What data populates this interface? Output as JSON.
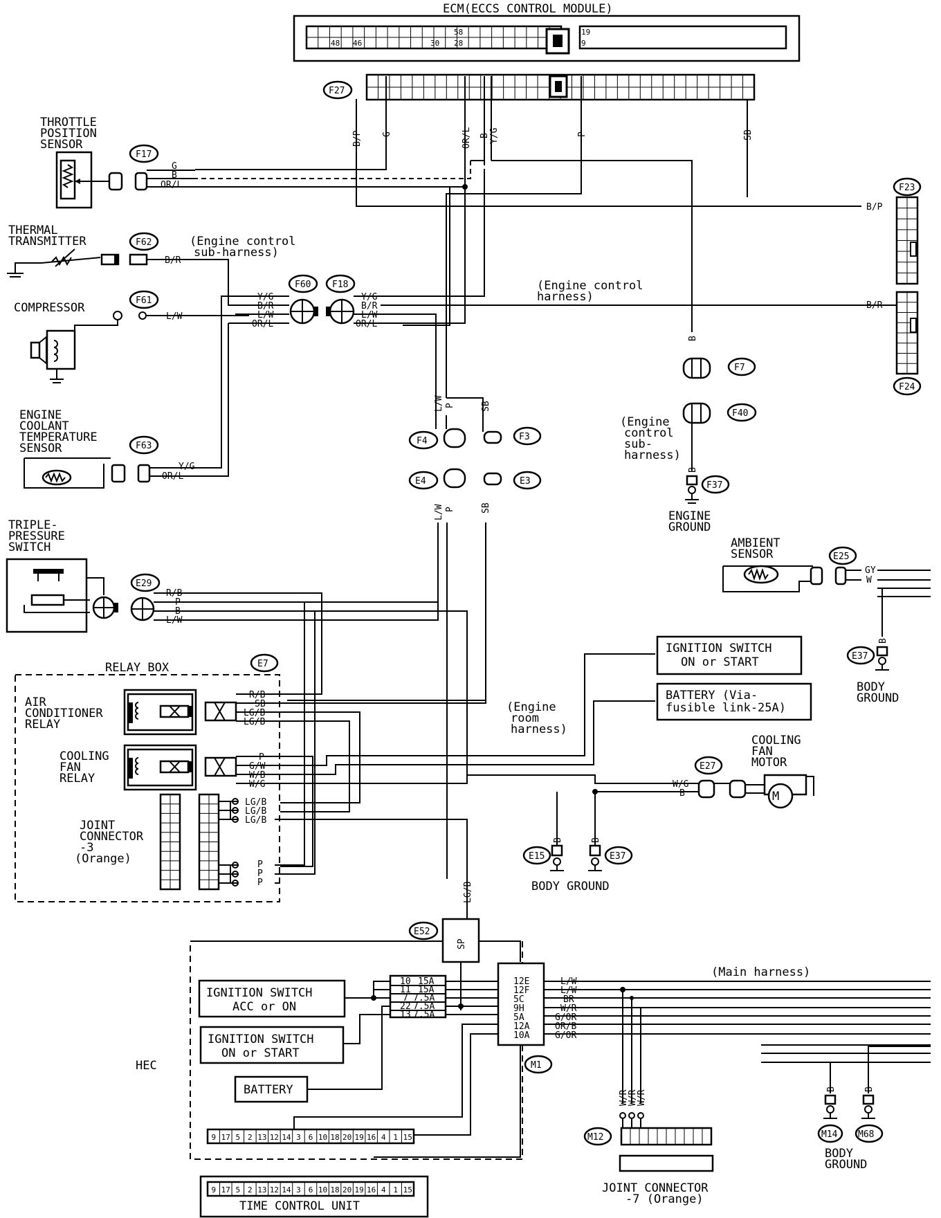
{
  "ecm": {
    "title": "ECM(ECCS CONTROL MODULE)",
    "pins": [
      "48",
      "46",
      "30",
      "58",
      "28",
      "19",
      "9"
    ]
  },
  "connectors": {
    "f27": "F27",
    "f17": "F17",
    "f62": "F62",
    "f61": "F61",
    "f60": "F60",
    "f18": "F18",
    "f63": "F63",
    "f4": "F4",
    "f3": "F3",
    "e4": "E4",
    "e3": "E3",
    "f7": "F7",
    "f40": "F40",
    "f37": "F37",
    "f23": "F23",
    "f24": "F24",
    "e29": "E29",
    "e7": "E7",
    "e25": "E25",
    "e37a": "E37",
    "e27": "E27",
    "e15": "E15",
    "e37b": "E37",
    "e52": "E52",
    "m1": "M1",
    "m12": "M12",
    "m14": "M14",
    "m68": "M68"
  },
  "components": {
    "throttle": [
      "THROTTLE",
      "POSITION",
      "SENSOR"
    ],
    "thermal": [
      "THERMAL",
      "TRANSMITTER"
    ],
    "compressor": "COMPRESSOR",
    "coolant": [
      "ENGINE",
      "COOLANT",
      "TEMPERATURE",
      "SENSOR"
    ],
    "triple": [
      "TRIPLE-",
      "PRESSURE",
      "SWITCH"
    ],
    "relay_box": "RELAY BOX",
    "ac_relay": [
      "AIR",
      "CONDITIONER",
      "RELAY"
    ],
    "fan_relay": [
      "COOLING",
      "FAN",
      "RELAY"
    ],
    "joint3": [
      "JOINT",
      "CONNECTOR",
      "-3",
      "(Orange)"
    ],
    "ambient": [
      "AMBIENT",
      "SENSOR"
    ],
    "cooling_motor": [
      "COOLING",
      "FAN",
      "MOTOR"
    ],
    "engine_ground": [
      "ENGINE",
      "GROUND"
    ],
    "body_ground_right": [
      "BODY",
      "GROUND"
    ],
    "body_ground_mid": "BODY  GROUND",
    "body_ground_bottom": [
      "BODY",
      "GROUND"
    ],
    "ign_on_start": [
      "IGNITION SWITCH",
      "ON or START"
    ],
    "battery_fusible": [
      "BATTERY (Via-",
      "fusible link-25A)"
    ],
    "hec": "HEC",
    "ign_acc_on": [
      "IGNITION SWITCH",
      "ACC or ON"
    ],
    "ign_on_start2": [
      "IGNITION SWITCH",
      "ON or START"
    ],
    "battery": "BATTERY",
    "time_unit": "TIME CONTROL UNIT",
    "joint7": [
      "JOINT CONNECTOR",
      "-7 (Orange)"
    ]
  },
  "harness_notes": {
    "engine_sub": [
      "(Engine control",
      "sub-harness)"
    ],
    "engine_main": [
      "(Engine control",
      "harness)"
    ],
    "engine_sub2": [
      "(Engine",
      "control",
      "sub-",
      "harness)"
    ],
    "engine_room": [
      "(Engine",
      "room",
      "harness)"
    ],
    "main": "(Main harness)"
  },
  "wire_colors": {
    "ecm_drops": [
      "B/P",
      "G",
      "OR/L",
      "B",
      "Y/G",
      "P",
      "SB"
    ],
    "f17": [
      "G",
      "B",
      "OR/L"
    ],
    "f62": "B/R",
    "f61": "L/W",
    "f60": [
      "Y/G",
      "B/R",
      "L/W",
      "OR/L"
    ],
    "f18": [
      "Y/G",
      "B/R",
      "L/W",
      "OR/L"
    ],
    "f63": [
      "Y/G",
      "OR/L"
    ],
    "f23": "B/P",
    "f24": "B/R",
    "f4_top": [
      "L/W",
      "P"
    ],
    "f3_top": "SB",
    "e4_bot": [
      "L/W",
      "P"
    ],
    "e3_bot": "SB",
    "f7_top": "B",
    "f37_top": "B",
    "e29": [
      "R/B",
      "P",
      "B",
      "L/W"
    ],
    "relay_ac": [
      "R/B",
      "SB",
      "LG/B",
      "LG/B"
    ],
    "relay_fan": [
      "P",
      "G/W",
      "W/B",
      "W/G"
    ],
    "joint_lg": [
      "LG/B",
      "LG/B",
      "LG/B"
    ],
    "joint_p": [
      "P",
      "P",
      "P"
    ],
    "e25": [
      "GY",
      "W"
    ],
    "e37a": "B",
    "e27": [
      "W/G",
      "B"
    ],
    "e15": "B",
    "e37b": "B",
    "e52_top": "LG/B",
    "e52_in": "SP",
    "m1_pins": [
      "12E",
      "12F",
      "5C",
      "9H",
      "5A",
      "12A",
      "10A"
    ],
    "m1_wires": [
      "L/W",
      "L/W",
      "BR",
      "W/R",
      "G/OR",
      "OR/B",
      "G/OR"
    ],
    "m12": [
      "W/R",
      "W/R",
      "W/R"
    ],
    "m14": "B",
    "m68": "B"
  },
  "fuses": [
    "10",
    "15A",
    "11",
    "15A",
    "7",
    "7.5A",
    "22",
    "7.5A",
    "13",
    "7.5A"
  ],
  "time_unit_pins": [
    "9",
    "17",
    "5",
    "2",
    "13",
    "12",
    "14",
    "3",
    "6",
    "10",
    "18",
    "20",
    "19",
    "16",
    "4",
    "1",
    "15"
  ]
}
